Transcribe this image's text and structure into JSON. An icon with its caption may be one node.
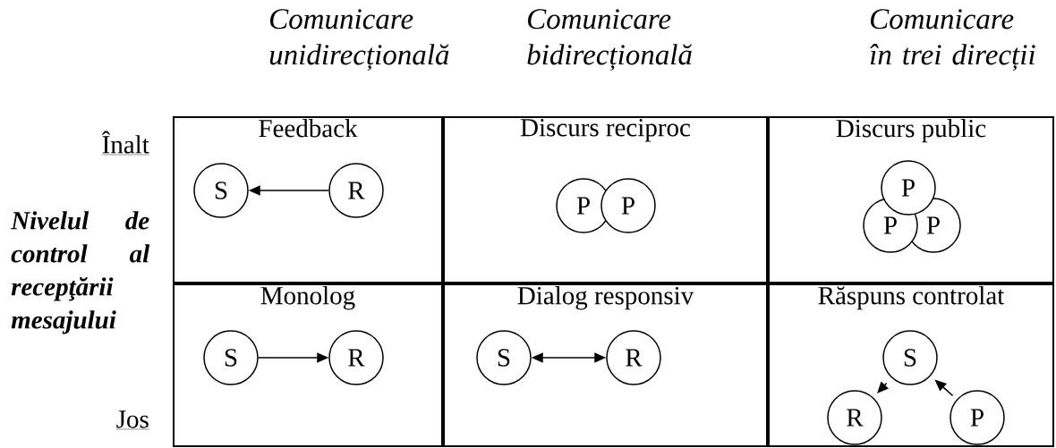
{
  "diagram": {
    "nodes": [
      {
        "text": [
          "Feedback"
        ]
      },
      {
        "text": [
          "S"
        ],
        "in": 0
      },
      {
        "text": [
          "R"
        ],
        "in": 0
      },
      {
        "text": [
          "Discurs reciproc"
        ]
      },
      {
        "text": [
          "P"
        ],
        "in": 3
      },
      {
        "text": [
          "P"
        ],
        "in": 3
      },
      {
        "text": [
          "Discurs public"
        ]
      },
      {
        "text": [
          "P"
        ],
        "in": 6
      },
      {
        "text": [
          "P"
        ],
        "in": 6
      },
      {
        "text": [
          "P"
        ],
        "in": 6
      },
      {
        "text": [
          "Monolog"
        ]
      },
      {
        "text": [
          "S"
        ],
        "in": 10
      },
      {
        "text": [
          "R"
        ],
        "in": 10
      },
      {
        "text": [
          "Dialog responsiv"
        ]
      },
      {
        "text": [
          "S"
        ],
        "in": 13
      },
      {
        "text": [
          "R"
        ],
        "in": 13
      },
      {
        "text": [
          "Răspuns controlat"
        ]
      },
      {
        "text": [
          "S"
        ],
        "in": 16
      },
      {
        "text": [
          "R"
        ],
        "in": 16
      },
      {
        "text": [
          "P"
        ],
        "in": 16
      }
    ],
    "edges": [
      {
        "from": 2,
        "to": 1,
        "arrow": "to"
      },
      {
        "from": 11,
        "to": 12,
        "arrow": "to"
      },
      {
        "from": 14,
        "to": 15,
        "arrow": "both"
      },
      {
        "from": 17,
        "to": 18,
        "arrow": "to"
      },
      {
        "from": 19,
        "to": 17,
        "arrow": "to"
      }
    ],
    "labels": [
      "Comunicare unidirecțională",
      "Comunicare bidirecțională",
      "Comunicare în trei direcții",
      "Înalt",
      "Nivelul de control al recepţării mesajului",
      "Jos"
    ]
  }
}
